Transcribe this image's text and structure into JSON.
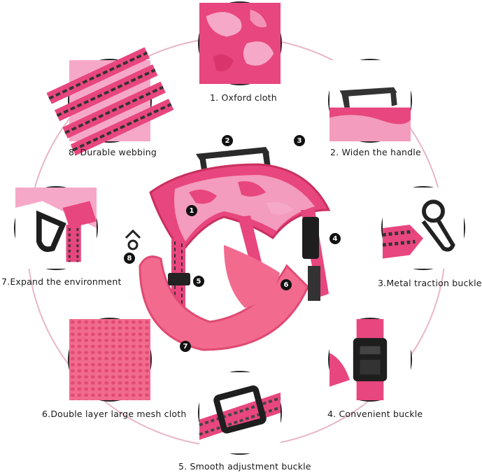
{
  "features": [
    {
      "label": "1. Oxford cloth",
      "icon": "oxford-cloth-image"
    },
    {
      "label": "2. Widen the handle",
      "icon": "handle-image"
    },
    {
      "label": "3.Metal traction buckle",
      "icon": "metal-buckle-image"
    },
    {
      "label": "4. Convenient buckle",
      "icon": "convenient-buckle-image"
    },
    {
      "label": "5. Smooth adjustment buckle",
      "icon": "adjustment-buckle-image"
    },
    {
      "label": "6.Double layer large mesh cloth",
      "icon": "mesh-cloth-image"
    },
    {
      "label": "7.Expand the environment",
      "icon": "d-ring-image"
    },
    {
      "label": "8. Durable webbing",
      "icon": "webbing-image"
    }
  ],
  "badges": [
    "1",
    "2",
    "3",
    "4",
    "5",
    "6",
    "7",
    "8"
  ],
  "colors": {
    "pink": "#e8467e",
    "camo_light": "#f6a8c8",
    "mesh": "#f26b8f",
    "black": "#1a1a1a",
    "ring": "#e8b6c8"
  }
}
